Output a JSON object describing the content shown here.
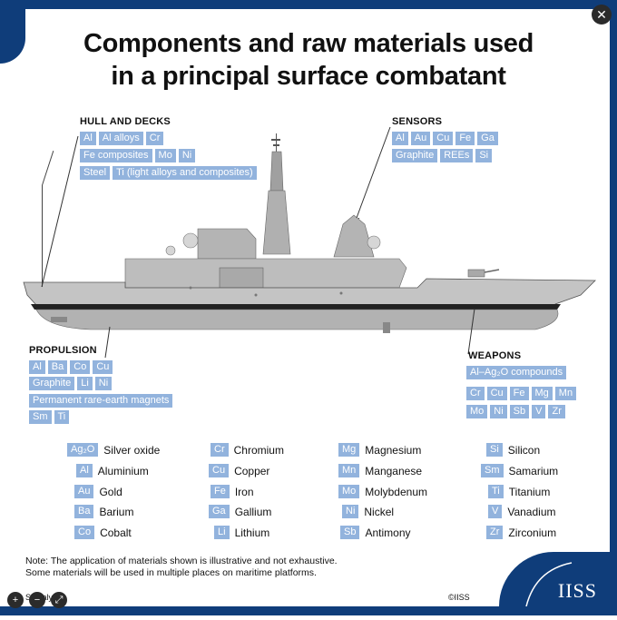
{
  "title": {
    "line1": "Components and raw materials used",
    "line2": "in a principal surface combatant"
  },
  "sections": {
    "hull": {
      "heading": "HULL AND DECKS",
      "rows": [
        [
          "Al",
          "Al alloys",
          "Cr"
        ],
        [
          "Fe composites",
          "Mo",
          "Ni"
        ],
        [
          "Steel",
          "Ti (light alloys and composites)"
        ]
      ]
    },
    "sensors": {
      "heading": "SENSORS",
      "rows": [
        [
          "Al",
          "Au",
          "Cu",
          "Fe",
          "Ga"
        ],
        [
          "Graphite",
          "REEs",
          "Si"
        ]
      ]
    },
    "propulsion": {
      "heading": "PROPULSION",
      "rows": [
        [
          "Al",
          "Ba",
          "Co",
          "Cu"
        ],
        [
          "Graphite",
          "Li",
          "Ni"
        ],
        [
          "Permanent rare-earth magnets"
        ],
        [
          "Sm",
          "Ti"
        ]
      ]
    },
    "weapons": {
      "heading": "WEAPONS",
      "rows": [
        [
          "Al–Ag₂O compounds"
        ],
        [
          "Cr",
          "Cu",
          "Fe",
          "Mg",
          "Mn"
        ],
        [
          "Mo",
          "Ni",
          "Sb",
          "V",
          "Zr"
        ]
      ]
    }
  },
  "legend": [
    {
      "symbol": "Ag₂O",
      "name": "Silver oxide"
    },
    {
      "symbol": "Al",
      "name": "Aluminium"
    },
    {
      "symbol": "Au",
      "name": "Gold"
    },
    {
      "symbol": "Ba",
      "name": "Barium"
    },
    {
      "symbol": "Co",
      "name": "Cobalt"
    },
    {
      "symbol": "Cr",
      "name": "Chromium"
    },
    {
      "symbol": "Cu",
      "name": "Copper"
    },
    {
      "symbol": "Fe",
      "name": "Iron"
    },
    {
      "symbol": "Ga",
      "name": "Gallium"
    },
    {
      "symbol": "Li",
      "name": "Lithium"
    },
    {
      "symbol": "Mg",
      "name": "Magnesium"
    },
    {
      "symbol": "Mn",
      "name": "Manganese"
    },
    {
      "symbol": "Mo",
      "name": "Molybdenum"
    },
    {
      "symbol": "Ni",
      "name": "Nickel"
    },
    {
      "symbol": "Sb",
      "name": "Antimony"
    },
    {
      "symbol": "Si",
      "name": "Silicon"
    },
    {
      "symbol": "Sm",
      "name": "Samarium"
    },
    {
      "symbol": "Ti",
      "name": "Titanium"
    },
    {
      "symbol": "V",
      "name": "Vanadium"
    },
    {
      "symbol": "Zr",
      "name": "Zirconium"
    }
  ],
  "note": {
    "line1": "Note: The application of materials shown is illustrative and not exhaustive.",
    "line2": "Some materials will be used in multiple places on maritime platforms."
  },
  "source": "S analysis",
  "copyright": "©IISS",
  "logo": "IISS",
  "icons": {
    "close": "close-icon",
    "zoom_in": "zoom-in-icon",
    "zoom_out": "zoom-out-icon",
    "fullscreen": "fullscreen-icon"
  },
  "colors": {
    "frame": "#0f3d7a",
    "tag": "#92b3dd",
    "hull": "#b8b8b8"
  }
}
